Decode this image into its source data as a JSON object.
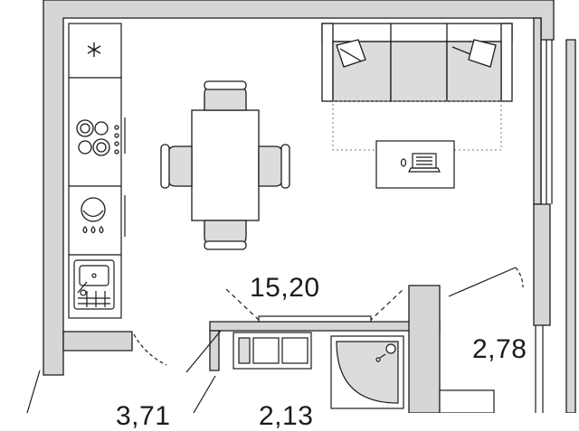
{
  "plan": {
    "main_room_area": "15,20",
    "balcony_area": "2,78",
    "bottom_left_area_partial": "3,71",
    "bottom_mid_area_partial": "2,13"
  },
  "colors": {
    "wall": "#d6d6d6",
    "line": "#1b1b1b",
    "furniture_fill": "#dcdcdc",
    "background": "#ffffff"
  },
  "icons": [
    "snowflake-icon",
    "laptop-icon"
  ]
}
